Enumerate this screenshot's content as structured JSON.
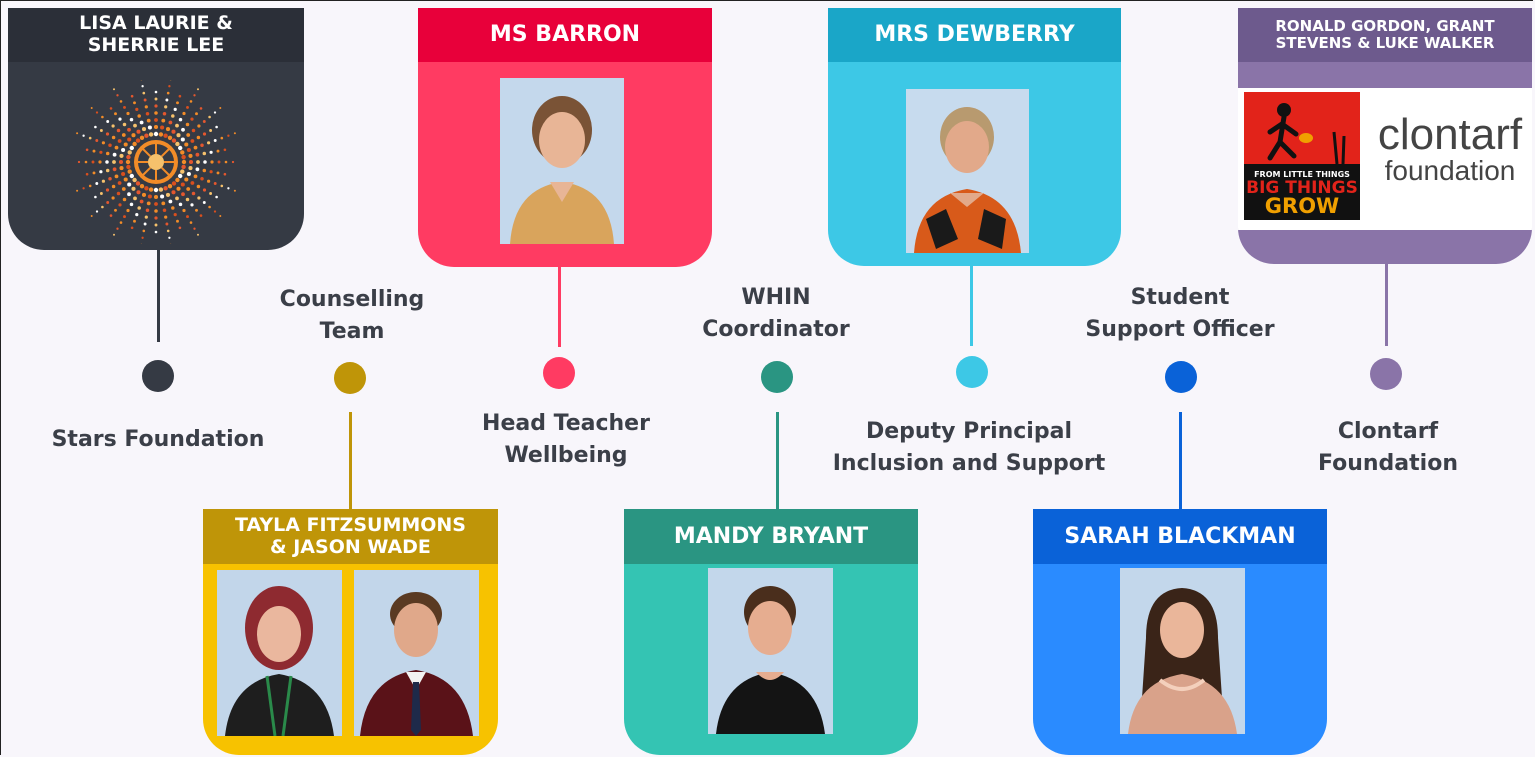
{
  "colors": {
    "stars": "#353a44",
    "counselling": "#bf9508",
    "counselling_light": "#f7c200",
    "wellbeing": "#e8003a",
    "wellbeing_light": "#ff3b62",
    "whin": "#2a9582",
    "whin_light": "#34c4b3",
    "deputy": "#1aa6c8",
    "deputy_light": "#3dc8e6",
    "sso": "#0a62d8",
    "sso_light": "#2a8bff",
    "clontarf": "#6d5a8d",
    "clontarf_light": "#8a74a8"
  },
  "cards": {
    "stars": {
      "name": "LISA LAURIE & SHERRIE LEE",
      "name_line1": "LISA LAURIE &",
      "name_line2": "SHERRIE LEE",
      "image": "stars-foundation-sunburst-logo"
    },
    "wellbeing": {
      "name": "MS BARRON"
    },
    "deputy": {
      "name": "MRS DEWBERRY"
    },
    "clontarf": {
      "name_line1": "RONALD GORDON, GRANT",
      "name_line2": "STEVENS & LUKE WALKER",
      "logo_text1": "FROM LITTLE THINGS",
      "logo_text2": "BIG THINGS",
      "logo_text3": "GROW",
      "brand_line1": "clontarf",
      "brand_line2": "foundation"
    },
    "counselling": {
      "name_line1": "TAYLA FITZSUMMONS",
      "name_line2": "& JASON WADE"
    },
    "whin": {
      "name": "MANDY BRYANT"
    },
    "sso": {
      "name": "SARAH BLACKMAN"
    }
  },
  "roles": {
    "stars": "Stars Foundation",
    "counselling_line1": "Counselling",
    "counselling_line2": "Team",
    "wellbeing_line1": "Head Teacher",
    "wellbeing_line2": "Wellbeing",
    "whin_line1": "WHIN",
    "whin_line2": "Coordinator",
    "deputy_line1": "Deputy Principal",
    "deputy_line2": "Inclusion and Support",
    "sso_line1": "Student",
    "sso_line2": "Support Officer",
    "clontarf_line1": "Clontarf",
    "clontarf_line2": "Foundation"
  }
}
